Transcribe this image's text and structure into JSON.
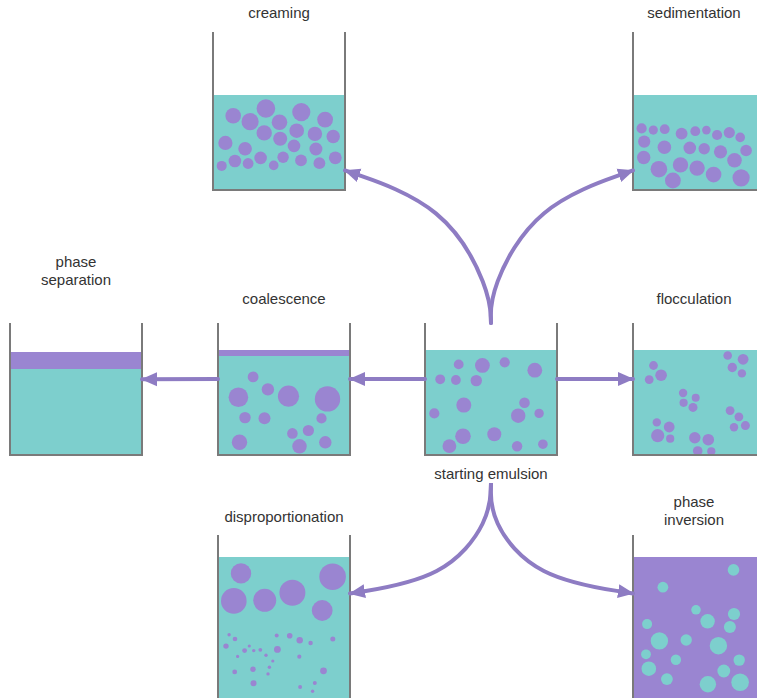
{
  "diagram": {
    "nodes": [
      {
        "text": [
          "creaming"
        ]
      },
      {
        "text": [
          "sedimentation"
        ]
      },
      {
        "text": [
          "phase separation"
        ]
      },
      {
        "text": [
          "coalescence"
        ]
      },
      {
        "text": [
          "starting emulsion"
        ]
      },
      {
        "text": [
          "flocculation"
        ]
      },
      {
        "text": [
          "disproportionation"
        ]
      },
      {
        "text": [
          "phase inversion"
        ]
      }
    ],
    "edges": [
      {
        "from": 4,
        "to": 0,
        "arrow": "to"
      },
      {
        "from": 4,
        "to": 1,
        "arrow": "to"
      },
      {
        "from": 4,
        "to": 3,
        "arrow": "to"
      },
      {
        "from": 3,
        "to": 2,
        "arrow": "to"
      },
      {
        "from": 4,
        "to": 5,
        "arrow": "to"
      },
      {
        "from": 4,
        "to": 6,
        "arrow": "to"
      },
      {
        "from": 4,
        "to": 7,
        "arrow": "to"
      }
    ]
  }
}
